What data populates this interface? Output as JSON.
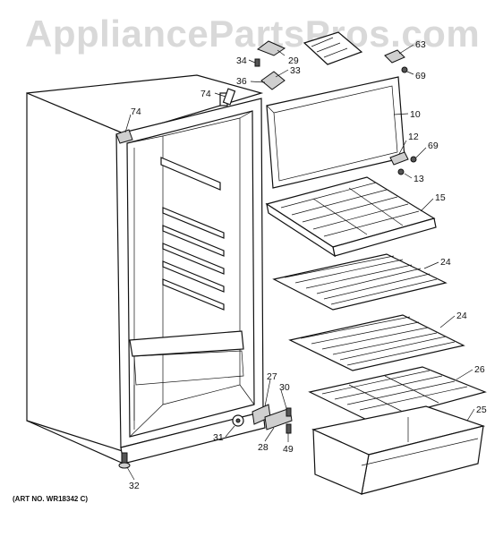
{
  "watermark": "AppliancePartsPros.com",
  "art_number": "(ART NO. WR18342 C)",
  "callouts": [
    {
      "id": "c63",
      "label": "63"
    },
    {
      "id": "c29",
      "label": "29"
    },
    {
      "id": "c34",
      "label": "34"
    },
    {
      "id": "c33",
      "label": "33"
    },
    {
      "id": "c69a",
      "label": "69"
    },
    {
      "id": "c36",
      "label": "36"
    },
    {
      "id": "c74a",
      "label": "74"
    },
    {
      "id": "c74b",
      "label": "74"
    },
    {
      "id": "c10",
      "label": "10"
    },
    {
      "id": "c12",
      "label": "12"
    },
    {
      "id": "c69b",
      "label": "69"
    },
    {
      "id": "c13",
      "label": "13"
    },
    {
      "id": "c15",
      "label": "15"
    },
    {
      "id": "c24a",
      "label": "24"
    },
    {
      "id": "c24b",
      "label": "24"
    },
    {
      "id": "c26",
      "label": "26"
    },
    {
      "id": "c27",
      "label": "27"
    },
    {
      "id": "c30",
      "label": "30"
    },
    {
      "id": "c25",
      "label": "25"
    },
    {
      "id": "c31",
      "label": "31"
    },
    {
      "id": "c28",
      "label": "28"
    },
    {
      "id": "c49",
      "label": "49"
    },
    {
      "id": "c32",
      "label": "32"
    }
  ]
}
